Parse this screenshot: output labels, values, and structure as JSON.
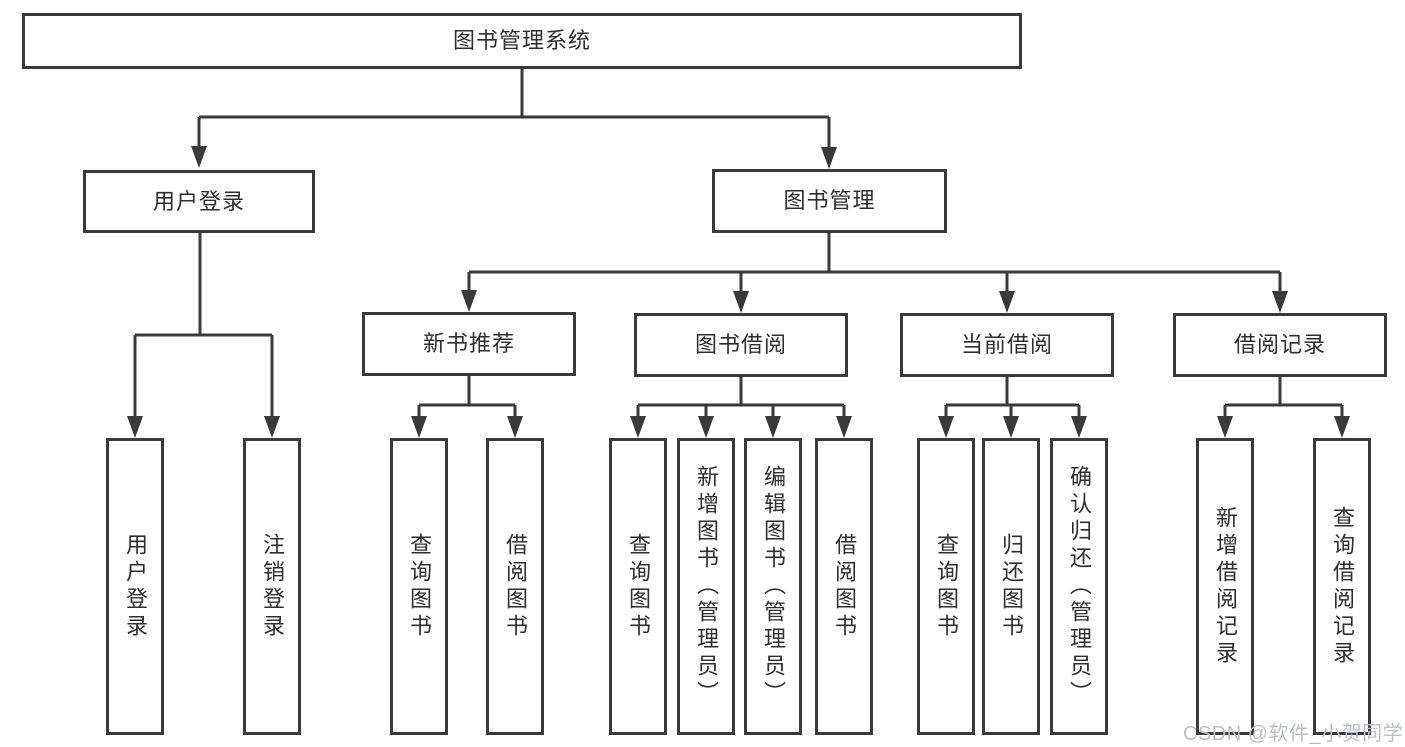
{
  "diagram": {
    "type": "hierarchy-tree",
    "title": "图书管理系统",
    "tree": {
      "label": "图书管理系统",
      "children": [
        {
          "label": "用户登录",
          "children": [
            {
              "label": "用户登录"
            },
            {
              "label": "注销登录"
            }
          ]
        },
        {
          "label": "图书管理",
          "children": [
            {
              "label": "新书推荐",
              "children": [
                {
                  "label": "查询图书"
                },
                {
                  "label": "借阅图书"
                }
              ]
            },
            {
              "label": "图书借阅",
              "children": [
                {
                  "label": "查询图书"
                },
                {
                  "label": "新增图书（管理员）"
                },
                {
                  "label": "编辑图书（管理员）"
                },
                {
                  "label": "借阅图书"
                }
              ]
            },
            {
              "label": "当前借阅",
              "children": [
                {
                  "label": "查询图书"
                },
                {
                  "label": "归还图书"
                },
                {
                  "label": "确认归还（管理员）"
                }
              ]
            },
            {
              "label": "借阅记录",
              "children": [
                {
                  "label": "新增借阅记录"
                },
                {
                  "label": "查询借阅记录"
                }
              ]
            }
          ]
        }
      ]
    },
    "colors": {
      "line": "#3a3a3a",
      "box_border": "#3a3a3a",
      "box_fill": "#ffffff",
      "text": "#2e2e2e",
      "background": "#ffffff",
      "watermark": "#b9c0ca"
    }
  },
  "watermark": {
    "text": "CSDN @软件_小贺同学"
  }
}
